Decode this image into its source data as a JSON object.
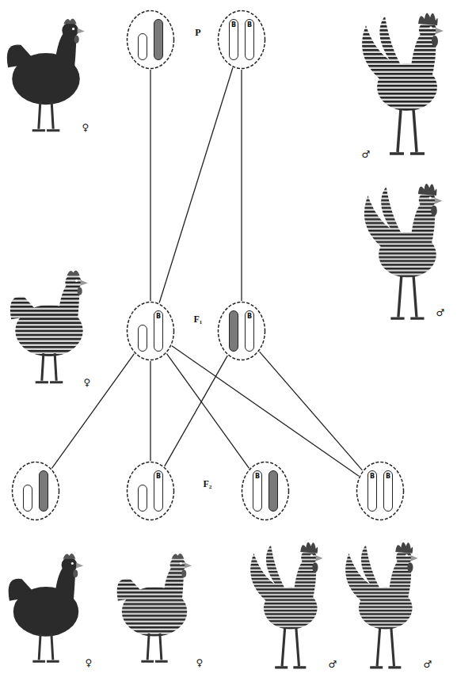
{
  "diagram": {
    "nodes": [
      {
        "text": []
      },
      {
        "text": [
          "B",
          "B"
        ]
      },
      {
        "text": [
          "B"
        ]
      },
      {
        "text": [
          "B"
        ]
      },
      {
        "text": []
      },
      {
        "text": [
          "B"
        ]
      },
      {
        "text": [
          "B"
        ]
      },
      {
        "text": [
          "B",
          "B"
        ]
      }
    ],
    "edges": [
      {
        "from": 0,
        "to": 2,
        "arrow": "none"
      },
      {
        "from": 1,
        "to": 2,
        "arrow": "none"
      },
      {
        "from": 1,
        "to": 3,
        "arrow": "none"
      },
      {
        "from": 2,
        "to": 4,
        "arrow": "none"
      },
      {
        "from": 2,
        "to": 5,
        "arrow": "none"
      },
      {
        "from": 2,
        "to": 6,
        "arrow": "none"
      },
      {
        "from": 2,
        "to": 7,
        "arrow": "none"
      },
      {
        "from": 3,
        "to": 5,
        "arrow": "none"
      },
      {
        "from": 3,
        "to": 7,
        "arrow": "none"
      }
    ],
    "labels": [
      "♀",
      "P",
      "♂",
      "F₁",
      "♀",
      "♂",
      "F₂",
      "♀",
      "♀",
      "♂",
      "♂"
    ]
  }
}
